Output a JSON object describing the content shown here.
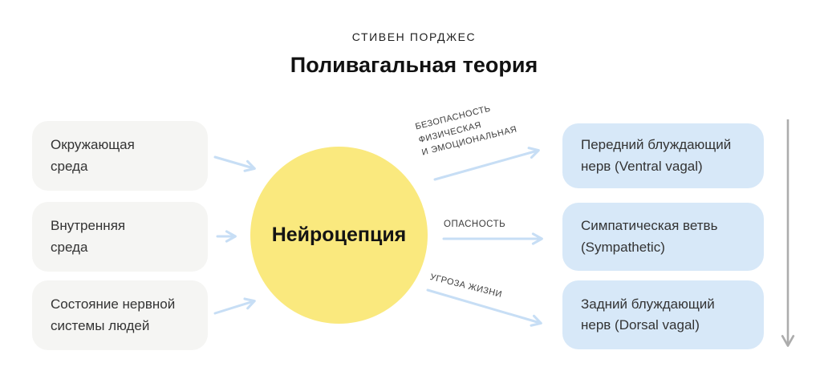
{
  "header": {
    "author": "СТИВЕН ПОРДЖЕС",
    "title": "Поливагальная теория"
  },
  "inputs": [
    {
      "label": "Окружающая\nсреда"
    },
    {
      "label": "Внутренняя\nсреда"
    },
    {
      "label": "Состояние нервной\nсистемы людей"
    }
  ],
  "center": {
    "label": "Нейроцепция"
  },
  "pathways": [
    {
      "arrow_label": "БЕЗОПАСНОСТЬ\nФИЗИЧЕСКАЯ\nИ ЭМОЦИОНАЛЬНАЯ",
      "output": "Передний блуждающий\nнерв (Ventral vagal)"
    },
    {
      "arrow_label": "ОПАСНОСТЬ",
      "output": "Симпатическая ветвь\n(Sympathetic)"
    },
    {
      "arrow_label": "УГРОЗА ЖИЗНИ",
      "output": "Задний блуждающий\nнерв (Dorsal vagal)"
    }
  ],
  "colors": {
    "background": "#FFFFFF",
    "input_box_bg": "#F5F5F3",
    "output_box_bg": "#D7E8F8",
    "circle_bg": "#FAE97E",
    "arrow_blue": "#C7DEF5",
    "arrow_gray": "#ACACAC",
    "title_text": "#111111",
    "box_text": "#333333",
    "arrow_label_text": "#3C3C3C"
  }
}
